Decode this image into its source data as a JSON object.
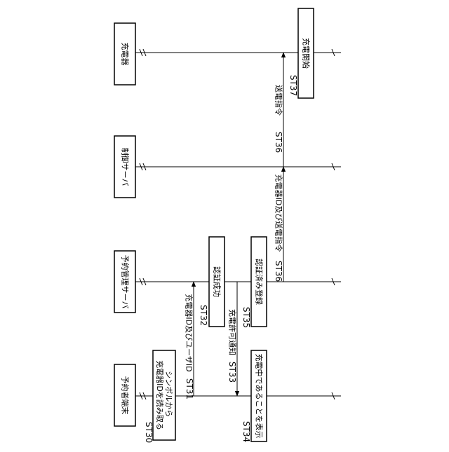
{
  "lanes": {
    "charger": "充電器",
    "control_server": "制御サーバ",
    "reservation_server": "予約管理サーバ",
    "reserver_terminal": "予約者端末"
  },
  "steps": {
    "st30": {
      "id": "ST30",
      "text": [
        "シンボルから",
        "充電器IDを読み取る"
      ]
    },
    "st31": {
      "id": "ST31",
      "text": "充電器ID及びユーザID"
    },
    "st32": {
      "id": "ST32",
      "text": "認証成功"
    },
    "st33": {
      "id": "ST33",
      "text": "充電許可通知"
    },
    "st34": {
      "id": "ST34",
      "text": "充電中であることを表示"
    },
    "st35": {
      "id": "ST35",
      "text": "認証済み登録"
    },
    "st36a": {
      "id": "ST36",
      "text": "充電器ID及び送電指令"
    },
    "st36b": {
      "id": "ST36",
      "text": "送電指令"
    },
    "st37": {
      "id": "ST37",
      "text": "充電開始"
    }
  }
}
